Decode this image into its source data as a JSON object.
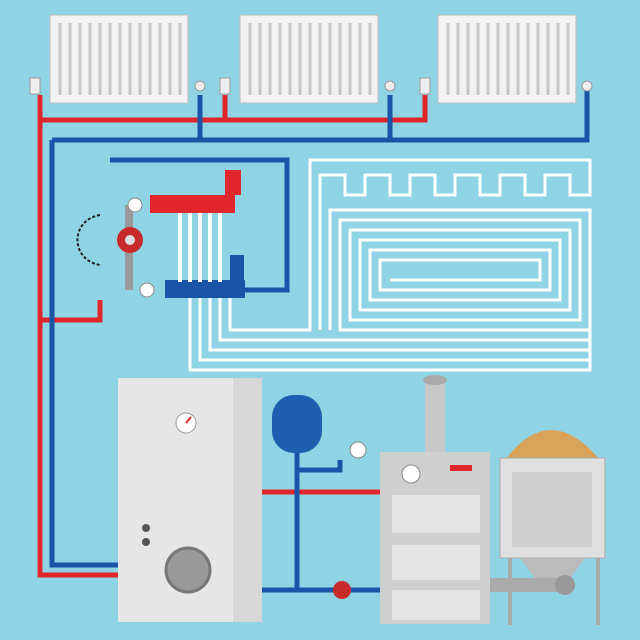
{
  "colors": {
    "background": "#8fd4e4",
    "hot_pipe": "#e0262b",
    "cold_pipe": "#1a54a8",
    "radiator": "#f2f2f2",
    "floor_coil": "#ffffff",
    "tank": "#d7d7d7",
    "boiler": "#cfcfcf",
    "expansion_vessel": "#1f5fb0",
    "pellets": "#d9a35a"
  },
  "components": [
    "radiator",
    "radiator",
    "radiator",
    "underfloor-heating-coil",
    "manifold-supply",
    "manifold-return",
    "circulation-pump",
    "hot-water-tank",
    "expansion-vessel",
    "pellet-boiler",
    "pellet-hopper",
    "chimney"
  ]
}
